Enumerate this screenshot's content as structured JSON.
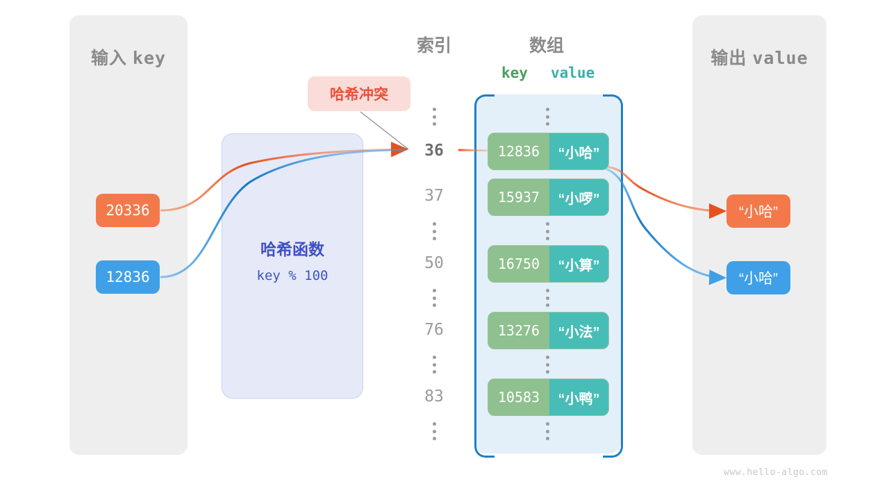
{
  "panels": {
    "input": {
      "title_cn": "输入",
      "title_mono": "key"
    },
    "output": {
      "title_cn": "输出",
      "title_mono": "value"
    }
  },
  "headers": {
    "index": "索引",
    "array": "数组",
    "key": "key",
    "value": "value"
  },
  "hash_function": {
    "title": "哈希函数",
    "formula": "key % 100"
  },
  "collision": {
    "label": "哈希冲突"
  },
  "inputs": [
    {
      "key": "20336",
      "color": "#f3794a"
    },
    {
      "key": "12836",
      "color": "#3fa0e8"
    }
  ],
  "outputs": [
    {
      "value": "“小哈”",
      "color": "#f3794a"
    },
    {
      "value": "“小哈”",
      "color": "#3fa0e8"
    }
  ],
  "indices": [
    "36",
    "37",
    "50",
    "76",
    "83"
  ],
  "buckets": [
    {
      "index": "36",
      "key": "12836",
      "value": "“小哈”"
    },
    {
      "index": "37",
      "key": "15937",
      "value": "“小啰”"
    },
    {
      "index": "50",
      "key": "16750",
      "value": "“小算”"
    },
    {
      "index": "76",
      "key": "13276",
      "value": "“小法”"
    },
    {
      "index": "83",
      "key": "10583",
      "value": "“小鸭”"
    }
  ],
  "colors": {
    "panel_bg": "#eeeeee",
    "array_bg": "#e3f0fa",
    "array_border": "#1f7fc4",
    "key_cell": "#8fc08f",
    "value_cell": "#47bdb7",
    "hash_box_bg": "#e6eaf8",
    "hash_text": "#3f51c7",
    "collision_bg": "#fadcd9",
    "collision_text": "#e8503a",
    "orange": "#f3794a",
    "blue": "#3fa0e8",
    "index_text": "#9a9a9a",
    "index_active": "#6e6e6e"
  },
  "watermark": "www.hello-algo.com"
}
